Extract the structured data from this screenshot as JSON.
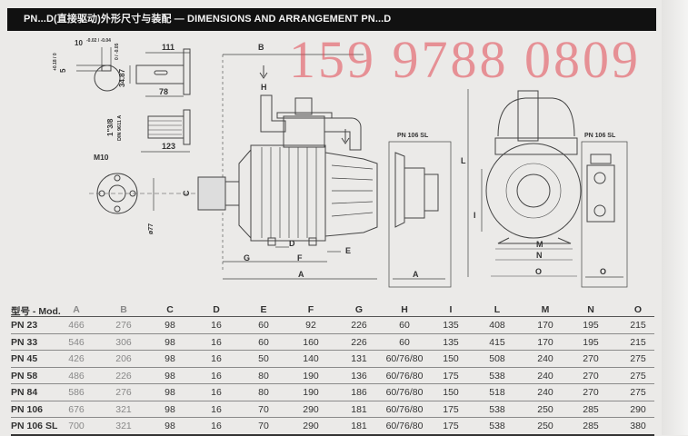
{
  "header": {
    "title": "PN...D(直接驱动)外形尺寸与装配 — DIMENSIONS AND ARRANGEMENT PN...D"
  },
  "drawing": {
    "key_width": "10",
    "key_width_tol": "-0.02 / -0.04",
    "key_depth": "5",
    "key_depth_tol": "+0.18 / 0",
    "shaft1_length": "111",
    "shaft1_diameter": "34.87",
    "shaft1_tol": "0 / -0.05",
    "shaft1_key": "78",
    "shaft2_spline": "1\"3/8",
    "shaft2_standard": "DIN 9611 A",
    "shaft2_length": "123",
    "flange_thread": "M10",
    "flange_diameter": "ø77",
    "dim_c": "C",
    "dim_b": "B",
    "dim_h": "H",
    "dim_d": "D",
    "dim_e": "E",
    "dim_g": "G",
    "dim_f": "F",
    "dim_a": "A",
    "sl_label_1": "PN 106 SL",
    "sl_dim_a": "A",
    "dim_l": "L",
    "dim_i": "I",
    "dim_m": "M",
    "dim_n": "N",
    "dim_o": "O",
    "sl_label_2": "PN 106 SL",
    "sl_dim_o": "O"
  },
  "table": {
    "headers": [
      "型号 - Mod.",
      "A",
      "B",
      "C",
      "D",
      "E",
      "F",
      "G",
      "H",
      "I",
      "L",
      "M",
      "N",
      "O"
    ],
    "rows": [
      [
        "PN 23",
        "466",
        "276",
        "98",
        "16",
        "60",
        "92",
        "226",
        "60",
        "135",
        "408",
        "170",
        "195",
        "215"
      ],
      [
        "PN 33",
        "546",
        "306",
        "98",
        "16",
        "60",
        "160",
        "226",
        "60",
        "135",
        "415",
        "170",
        "195",
        "215"
      ],
      [
        "PN 45",
        "426",
        "206",
        "98",
        "16",
        "50",
        "140",
        "131",
        "60/76/80",
        "150",
        "508",
        "240",
        "270",
        "275"
      ],
      [
        "PN 58",
        "486",
        "226",
        "98",
        "16",
        "80",
        "190",
        "136",
        "60/76/80",
        "175",
        "538",
        "240",
        "270",
        "275"
      ],
      [
        "PN 84",
        "586",
        "276",
        "98",
        "16",
        "80",
        "190",
        "186",
        "60/76/80",
        "150",
        "518",
        "240",
        "270",
        "275"
      ],
      [
        "PN 106",
        "676",
        "321",
        "98",
        "16",
        "70",
        "290",
        "181",
        "60/76/80",
        "175",
        "538",
        "250",
        "285",
        "290"
      ],
      [
        "PN 106 SL",
        "700",
        "321",
        "98",
        "16",
        "70",
        "290",
        "181",
        "60/76/80",
        "175",
        "538",
        "250",
        "285",
        "380"
      ]
    ]
  },
  "watermark": "159 9788 0809"
}
